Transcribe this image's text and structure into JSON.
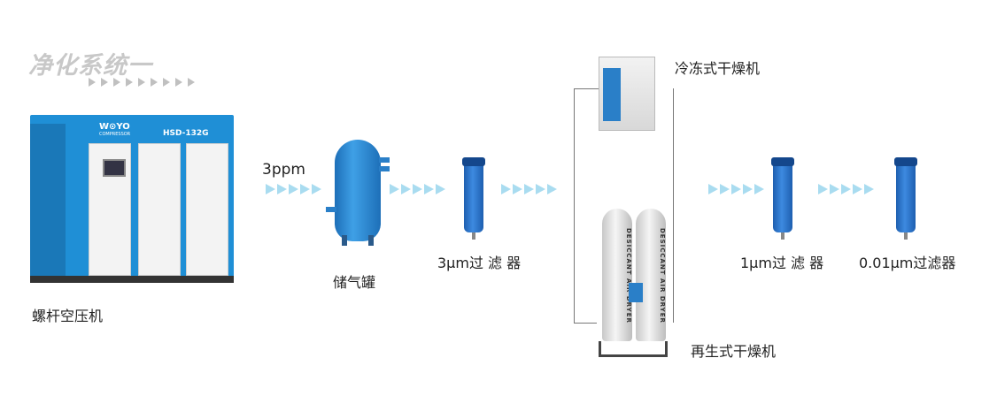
{
  "title": "净化系统一",
  "labels": {
    "compressor": "螺杆空压机",
    "ppm": "3ppm",
    "tank": "储气罐",
    "filter1": "3μm过 滤 器",
    "refrigerated_dryer": "冷冻式干燥机",
    "regenerative_dryer": "再生式干燥机",
    "filter2": "1μm过 滤 器",
    "filter3": "0.01μm过滤器"
  },
  "equipment_text": {
    "brand": "W⊙YO",
    "brand_sub": "COMPRESSOR",
    "model": "HSD-132G",
    "dryer_column_text": "DESICCANT AIR DRYER"
  },
  "colors": {
    "flow_arrow": "#a9dcf0",
    "title": "#c8c8c8",
    "equipment_blue": "#1f8fd6"
  }
}
